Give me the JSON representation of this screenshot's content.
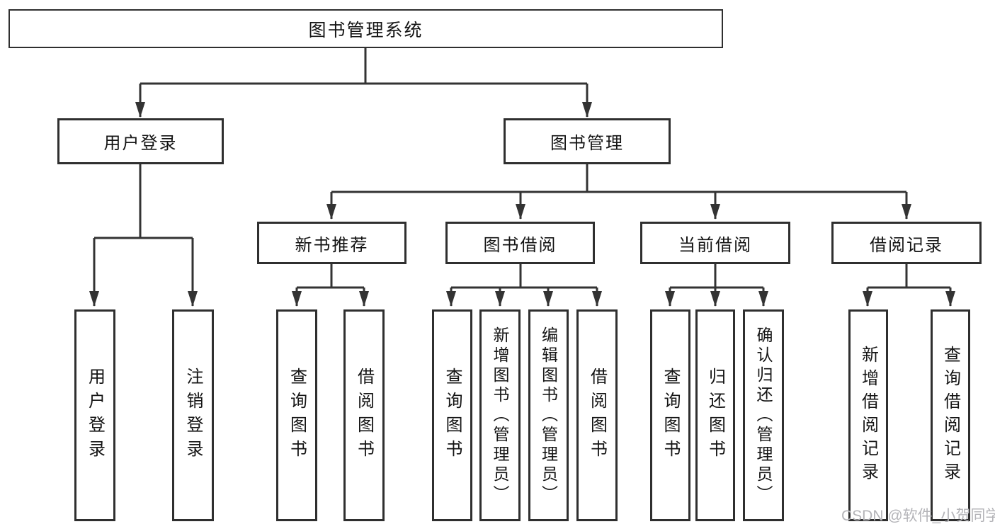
{
  "diagram": {
    "root": {
      "label": "图书管理系统"
    },
    "branches": [
      {
        "label": "用户登录",
        "children": [
          {
            "label": "用户登录"
          },
          {
            "label": "注销登录"
          }
        ]
      },
      {
        "label": "图书管理",
        "children": [
          {
            "label": "新书推荐",
            "children": [
              {
                "label": "查询图书"
              },
              {
                "label": "借阅图书"
              }
            ]
          },
          {
            "label": "图书借阅",
            "children": [
              {
                "label": "查询图书"
              },
              {
                "label": "新增图书（管理员）"
              },
              {
                "label": "编辑图书（管理员）"
              },
              {
                "label": "借阅图书"
              }
            ]
          },
          {
            "label": "当前借阅",
            "children": [
              {
                "label": "查询图书"
              },
              {
                "label": "归还图书"
              },
              {
                "label": "确认归还（管理员）"
              }
            ]
          },
          {
            "label": "借阅记录",
            "children": [
              {
                "label": "新增借阅记录"
              },
              {
                "label": "查询借阅记录"
              }
            ]
          }
        ]
      }
    ]
  },
  "watermark": {
    "text": "CSDN @软件_小贺同学",
    "color": "#b4b4b8"
  },
  "colors": {
    "line": "#333333",
    "box_border": "#2f2f2f",
    "text": "#141414",
    "background": "#ffffff"
  }
}
